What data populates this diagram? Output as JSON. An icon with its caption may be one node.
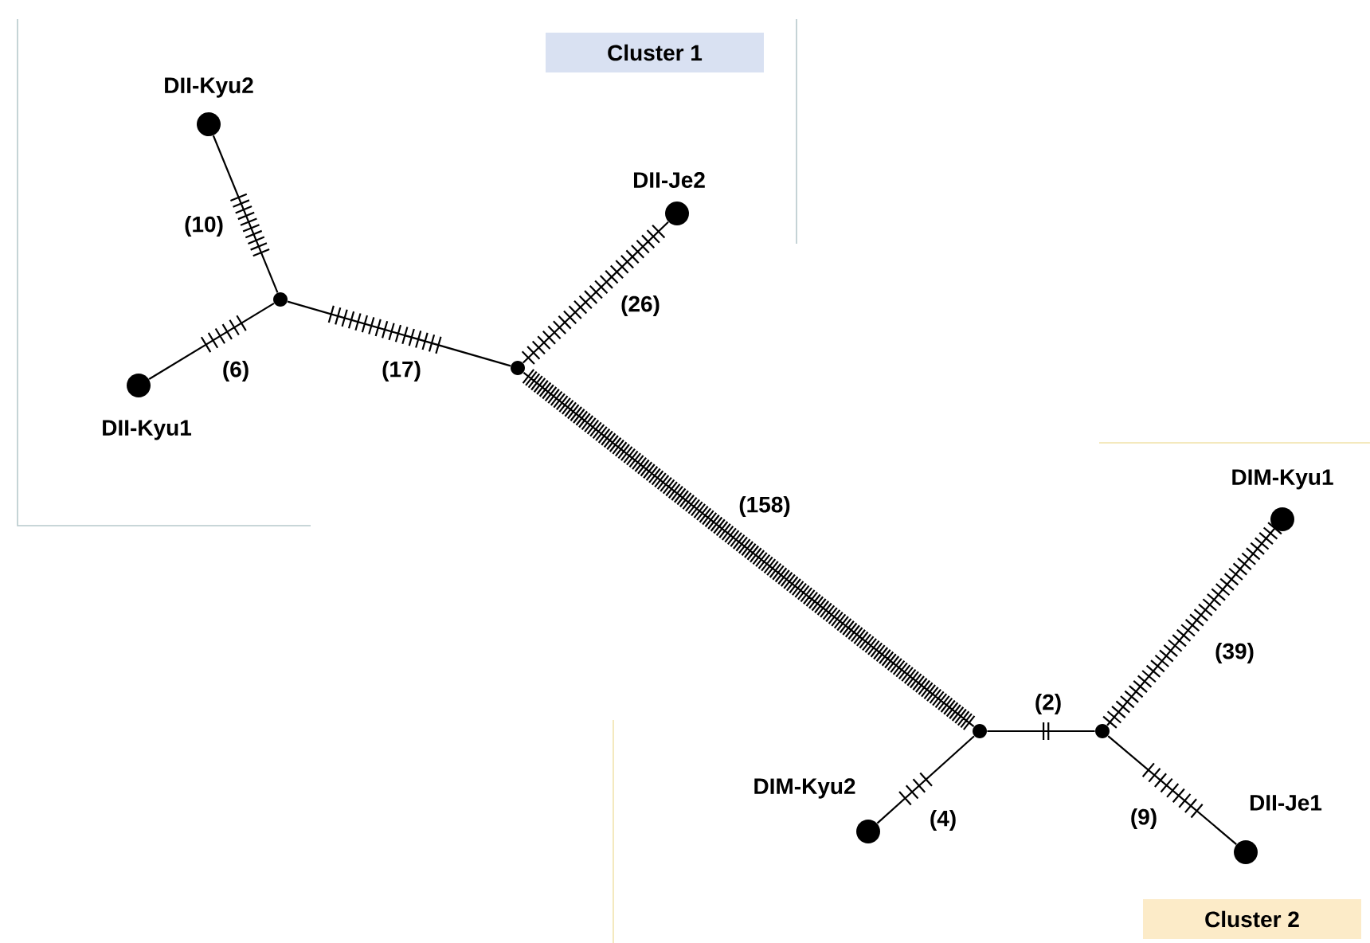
{
  "diagram": {
    "nodes": [
      {
        "text": [
          "Cluster 1"
        ]
      },
      {
        "text": [],
        "shape": "circle",
        "beside": [
          "DII-Kyu2"
        ]
      },
      {
        "text": [],
        "shape": "circle"
      },
      {
        "text": [],
        "shape": "circle",
        "beside": [
          "DII-Kyu1"
        ]
      },
      {
        "text": [],
        "shape": "circle"
      },
      {
        "text": [],
        "shape": "circle",
        "beside": [
          "DII-Je2"
        ]
      },
      {
        "text": [],
        "shape": "circle"
      },
      {
        "text": [],
        "shape": "circle",
        "beside": [
          "DIM-Kyu2"
        ]
      },
      {
        "text": [],
        "shape": "circle"
      },
      {
        "text": [],
        "shape": "circle",
        "beside": [
          "DIM-Kyu1"
        ]
      },
      {
        "text": [],
        "shape": "circle",
        "beside": [
          "DII-Je1"
        ]
      },
      {
        "text": [
          "Cluster 2"
        ]
      }
    ],
    "edges": [
      {
        "from": 2,
        "to": 1,
        "arrow": "none",
        "label": "(10)"
      },
      {
        "from": 3,
        "to": 2,
        "arrow": "none",
        "label": "(6)"
      },
      {
        "from": 2,
        "to": 4,
        "arrow": "none",
        "label": "(17)"
      },
      {
        "from": 4,
        "to": 5,
        "arrow": "none",
        "label": "(26)"
      },
      {
        "from": 4,
        "to": 6,
        "arrow": "none",
        "label": "(158)"
      },
      {
        "from": 6,
        "to": 7,
        "arrow": "none",
        "label": "(4)"
      },
      {
        "from": 6,
        "to": 8,
        "arrow": "none",
        "label": "(2)"
      },
      {
        "from": 8,
        "to": 9,
        "arrow": "none",
        "label": "(39)"
      },
      {
        "from": 8,
        "to": 10,
        "arrow": "none",
        "label": "(9)"
      }
    ]
  }
}
